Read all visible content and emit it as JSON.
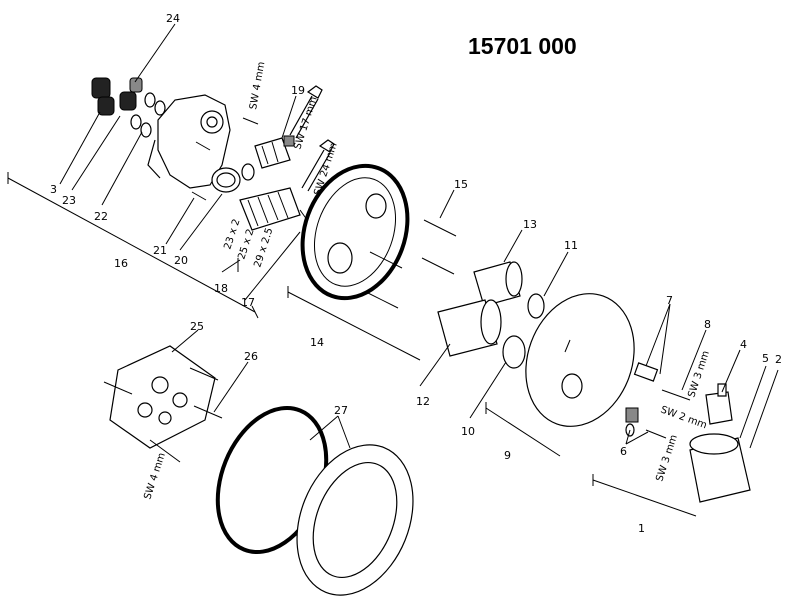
{
  "title": "15701 000",
  "callouts": [
    "1",
    "2",
    "3",
    "4",
    "5",
    "6",
    "7",
    "8",
    "9",
    "10",
    "11",
    "12",
    "13",
    "14",
    "15",
    "16",
    "17",
    "18",
    "19",
    "20",
    "21",
    "22",
    "23",
    "24",
    "25",
    "26",
    "27"
  ],
  "sizes": [
    "23 x 2",
    "25 x 2",
    "29 x 2.5"
  ],
  "tools": [
    "SW 4 mm",
    "SW 17 mm",
    "SW 24 mm",
    "SW 3 mm",
    "SW 2 mm",
    "SW 3 mm",
    "SW 4 mm"
  ]
}
